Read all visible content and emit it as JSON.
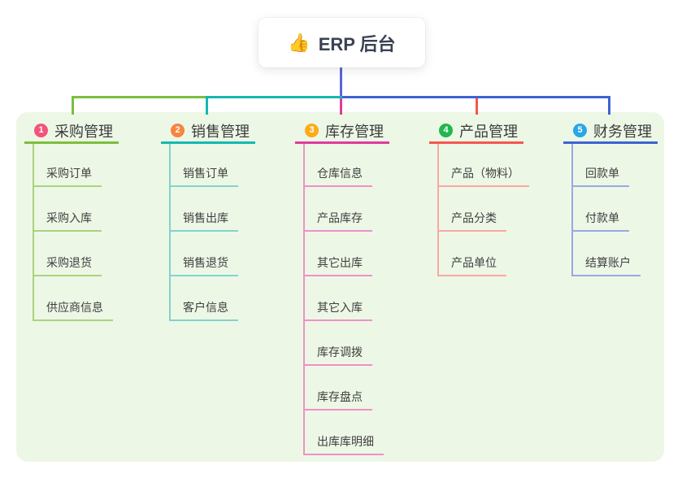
{
  "root": {
    "icon": "👍",
    "icon_name": "thumbs-up-icon",
    "label": "ERP 后台"
  },
  "colors": {
    "canvas_bg": "#ffffff",
    "panel_bg": "#edf7e6",
    "stem": "#5b63dd",
    "heading_text": "#3c3c3c",
    "child_text": "#3f3f3f",
    "root_text": "#3a4253"
  },
  "branches": [
    {
      "badge": "1",
      "label": "采购管理",
      "badge_color": "#f4537b",
      "line_strong": "#7cbf3e",
      "line_light": "#a9d37e",
      "children": [
        "采购订单",
        "采购入库",
        "采购退货",
        "供应商信息"
      ]
    },
    {
      "badge": "2",
      "label": "销售管理",
      "badge_color": "#f8843d",
      "line_strong": "#16b8af",
      "line_light": "#82d4cd",
      "children": [
        "销售订单",
        "销售出库",
        "销售退货",
        "客户信息"
      ]
    },
    {
      "badge": "3",
      "label": "库存管理",
      "badge_color": "#fcab18",
      "line_strong": "#e03b9d",
      "line_light": "#f090c8",
      "children": [
        "仓库信息",
        "产品库存",
        "其它出库",
        "其它入库",
        "库存调拨",
        "库存盘点",
        "出库库明细"
      ]
    },
    {
      "badge": "4",
      "label": "产品管理",
      "badge_color": "#21b64f",
      "line_strong": "#f5574f",
      "line_light": "#f9a8a4",
      "children": [
        "产品（物料）",
        "产品分类",
        "产品单位"
      ]
    },
    {
      "badge": "5",
      "label": "财务管理",
      "badge_color": "#28a7e6",
      "line_strong": "#3d63d4",
      "line_light": "#97a9e4",
      "children": [
        "回款单",
        "付款单",
        "结算账户"
      ]
    }
  ]
}
